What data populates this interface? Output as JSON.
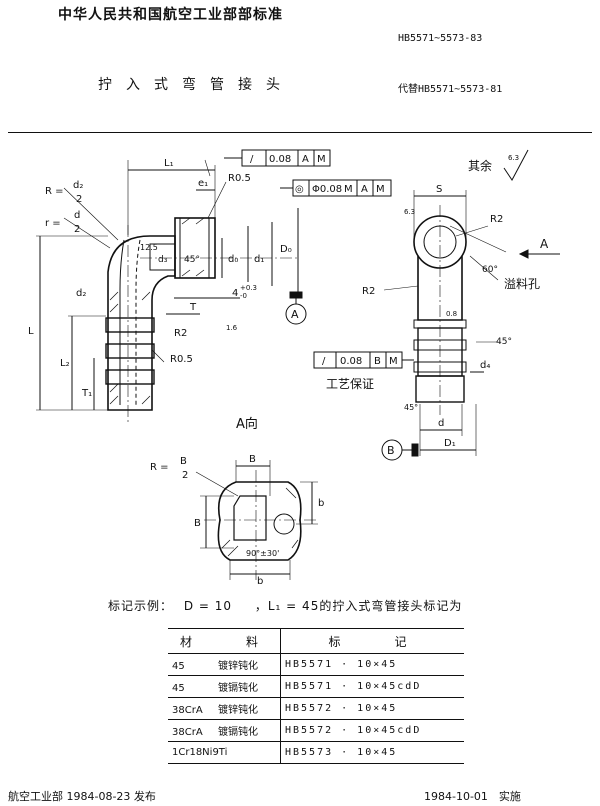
{
  "header": {
    "organization": "中华人民共和国航空工业部部标准",
    "standard_number": "HB5571~5573-83",
    "title": "拧入式弯管接头",
    "replaces": "代替HB5571~5573-81"
  },
  "drawing": {
    "main_view": {
      "frame_top": {
        "sym": "/",
        "tol": "0.08",
        "datum": "A",
        "mod": "M"
      },
      "frame_mid": {
        "sym": "◎",
        "tol": "Φ0.08",
        "mod1": "M",
        "datum": "A",
        "mod2": "M"
      },
      "labels": {
        "L1": "L₁",
        "e1": "e₁",
        "R05a": "R0.5",
        "Rd2": "R =",
        "d2_frac_num": "d₂",
        "frac_den": "2",
        "rd": "r =",
        "d_frac_num": "d",
        "v125": "12.5",
        "v45": "45°",
        "d3": "d₃",
        "d0": "d₀",
        "d1": "d₁",
        "D0": "D₀",
        "dz": "d₂",
        "thread": "4",
        "thread_tol": "+0.3",
        "thread_tol2": "-0",
        "R2": "R2",
        "T": "T",
        "v16": "1.6",
        "L": "L",
        "L2": "L₂",
        "T1": "T₁",
        "R05b": "R0.5",
        "datumA": "A"
      }
    },
    "side_view": {
      "rest_roughness": "其余",
      "roughness_val": "6.3",
      "labels": {
        "S": "S",
        "R2a": "R2",
        "arrowA": "A",
        "v60": "60°",
        "overflow_hole": "溢料孔",
        "R2b": "R2",
        "v45": "45°",
        "d4": "d₄",
        "v45b": "45°",
        "d": "d",
        "D1": "D₁",
        "v08": "0.8",
        "v63": "6.3",
        "datumB": "B",
        "process_boss": "工艺保证"
      },
      "frame": {
        "sym": "/",
        "tol": "0.08",
        "datum": "B",
        "mod": "M"
      }
    },
    "view_a": {
      "caption": "A向",
      "labels": {
        "R": "R =",
        "B_num": "B",
        "B_den": "2",
        "B_top": "B",
        "B_left": "B",
        "b_right": "b",
        "b_bottom": "b",
        "angle": "90°±30'"
      }
    }
  },
  "example": {
    "label": "标记示例：",
    "text_a": "D = 10",
    "text_b": "，L₁ = 45的拧入式弯管接头标记为"
  },
  "material_table": {
    "headers": [
      "材　　料",
      "标　　记"
    ],
    "rows": [
      {
        "material": "45",
        "treatment": "镀锌钝化",
        "mark": "HB5571 · 10×45"
      },
      {
        "material": "45",
        "treatment": "镀镉钝化",
        "mark": "HB5571 · 10×45cdD"
      },
      {
        "material": "38CrA",
        "treatment": "镀锌钝化",
        "mark": "HB5572 · 10×45"
      },
      {
        "material": "38CrA",
        "treatment": "镀镉钝化",
        "mark": "HB5572 · 10×45cdD"
      },
      {
        "material": "1Cr18Ni9Ti",
        "treatment": "",
        "mark": "HB5573 · 10×45"
      }
    ]
  },
  "footer": {
    "issuer": "航空工业部 1984-08-23 发布",
    "effective": "1984-10-01　实施"
  }
}
